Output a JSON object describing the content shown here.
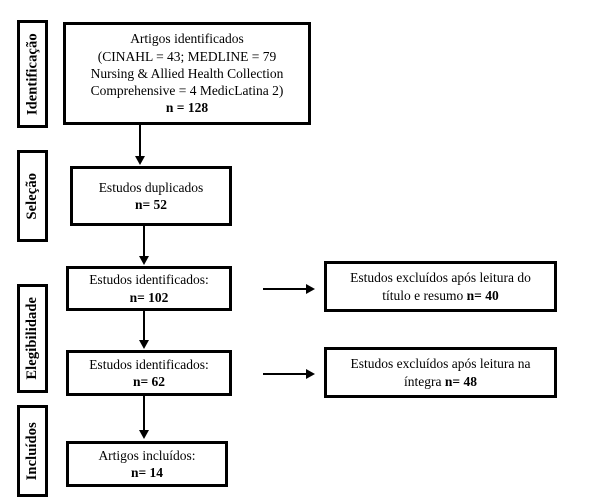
{
  "diagram": {
    "type": "prisma-flow-diagram",
    "language": "pt-BR",
    "colors": {
      "background": "#ffffff",
      "stroke": "#000000",
      "text": "#000000"
    },
    "stages": [
      {
        "id": "identificacao",
        "label": "Identificação"
      },
      {
        "id": "selecao",
        "label": "Seleção"
      },
      {
        "id": "elegibilidade",
        "label": "Elegibilidade"
      },
      {
        "id": "incluidos",
        "label": "Incluídos"
      }
    ],
    "boxes": {
      "identified": {
        "line1": "Artigos identificados",
        "line2": "(CINAHL = 43; MEDLINE = 79",
        "line3": "Nursing & Allied Health Collection",
        "line4": "Comprehensive = 4 MedicLatina 2)",
        "count": "n = 128",
        "full_text": "Artigos identificados\n(CINAHL = 43; MEDLINE = 79\nNursing & Allied Health Collection\nComprehensive = 4 MedicLatina 2)"
      },
      "duplicates": {
        "label": "Estudos duplicados",
        "count": "n= 52"
      },
      "screened": {
        "label": "Estudos identificados:",
        "count": "n= 102"
      },
      "eligible": {
        "label": "Estudos identificados:",
        "count": "n= 62"
      },
      "included": {
        "label": "Artigos incluídos:",
        "count": "n= 14"
      },
      "excluded_title_abstract": {
        "line1": "Estudos excluídos após leitura do",
        "line2": "título e resumo",
        "count": "n= 40"
      },
      "excluded_full_text": {
        "line1": "Estudos excluídos após leitura na",
        "line2": "íntegra",
        "count": "n= 48"
      }
    }
  },
  "chart_data": {
    "type": "diagram",
    "title": "Fluxograma PRISMA",
    "nodes": [
      {
        "id": "identified",
        "stage": "Identificação",
        "label": "Artigos identificados",
        "n": 128,
        "sources": [
          {
            "name": "CINAHL",
            "n": 43
          },
          {
            "name": "MEDLINE",
            "n": 79
          },
          {
            "name": "Nursing & Allied Health Collection Comprehensive",
            "n": 4
          },
          {
            "name": "MedicLatina",
            "n": 2
          }
        ]
      },
      {
        "id": "duplicates",
        "stage": "Seleção",
        "label": "Estudos duplicados",
        "n": 52
      },
      {
        "id": "screened",
        "stage": "Elegibilidade",
        "label": "Estudos identificados:",
        "n": 102
      },
      {
        "id": "excluded_title_abstract",
        "stage": "Elegibilidade",
        "label": "Estudos excluídos após leitura do título e resumo",
        "n": 40
      },
      {
        "id": "eligible",
        "stage": "Elegibilidade",
        "label": "Estudos identificados:",
        "n": 62
      },
      {
        "id": "excluded_full_text",
        "stage": "Elegibilidade",
        "label": "Estudos excluídos após leitura na íntegra",
        "n": 48
      },
      {
        "id": "included",
        "stage": "Incluídos",
        "label": "Artigos incluídos:",
        "n": 14
      }
    ],
    "edges": [
      {
        "from": "identified",
        "to": "duplicates",
        "direction": "down"
      },
      {
        "from": "duplicates",
        "to": "screened",
        "direction": "down"
      },
      {
        "from": "screened",
        "to": "excluded_title_abstract",
        "direction": "right"
      },
      {
        "from": "screened",
        "to": "eligible",
        "direction": "down"
      },
      {
        "from": "eligible",
        "to": "excluded_full_text",
        "direction": "right"
      },
      {
        "from": "eligible",
        "to": "included",
        "direction": "down"
      }
    ]
  }
}
